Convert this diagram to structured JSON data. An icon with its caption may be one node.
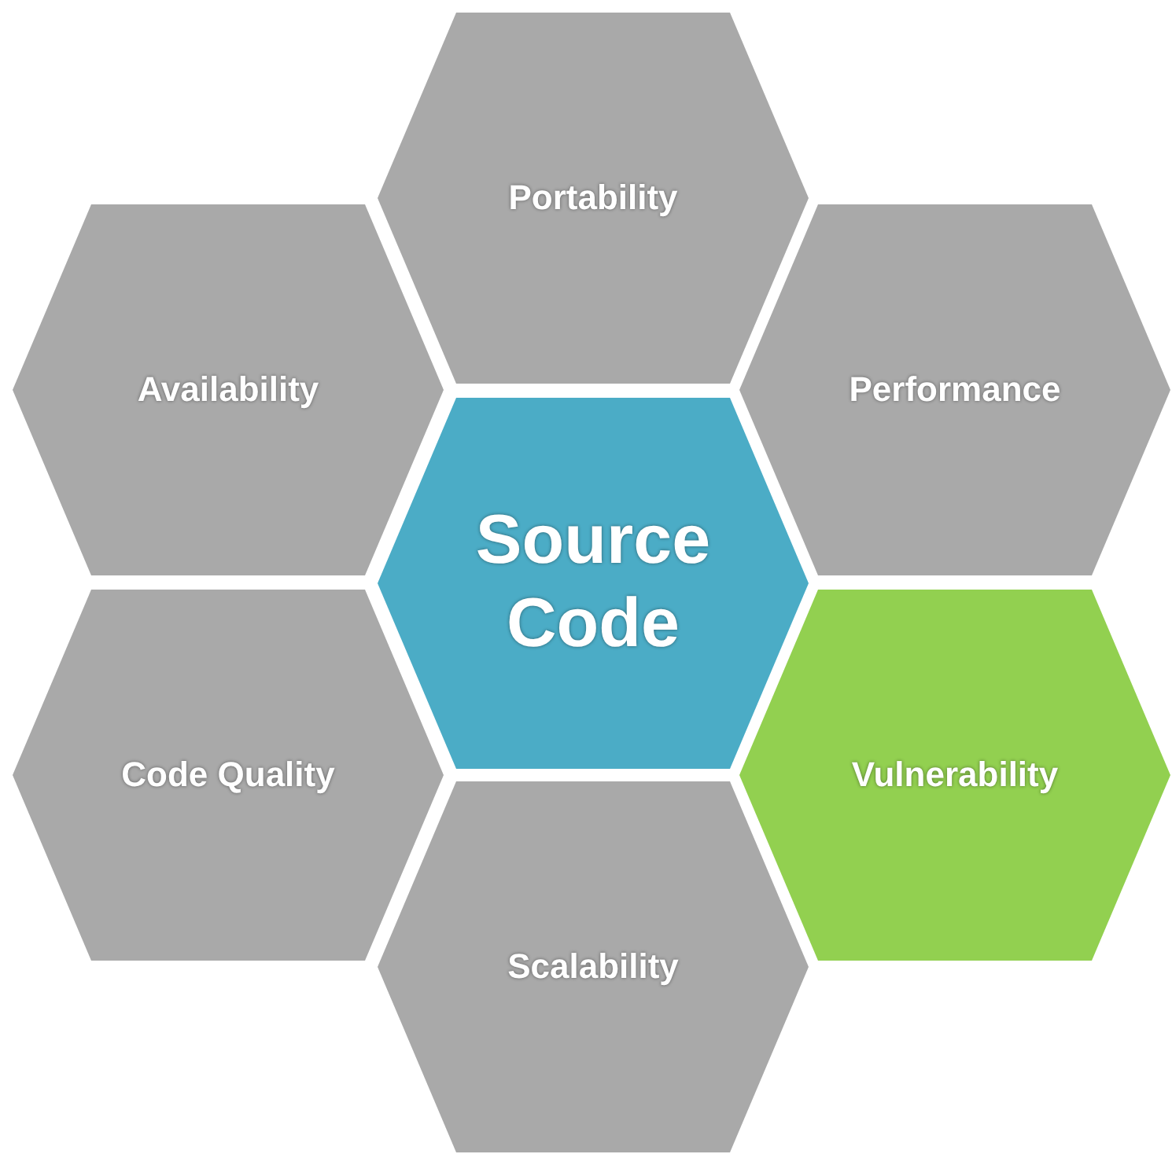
{
  "diagram": {
    "nodes": [
      {
        "text": [
          "Portability"
        ]
      },
      {
        "text": [
          "Availability"
        ]
      },
      {
        "text": [
          "Performance"
        ]
      },
      {
        "text": [
          "Source Code"
        ]
      },
      {
        "text": [
          "Code Quality"
        ]
      },
      {
        "text": [
          "Vulnerability"
        ]
      },
      {
        "text": [
          "Scalability"
        ]
      }
    ]
  }
}
